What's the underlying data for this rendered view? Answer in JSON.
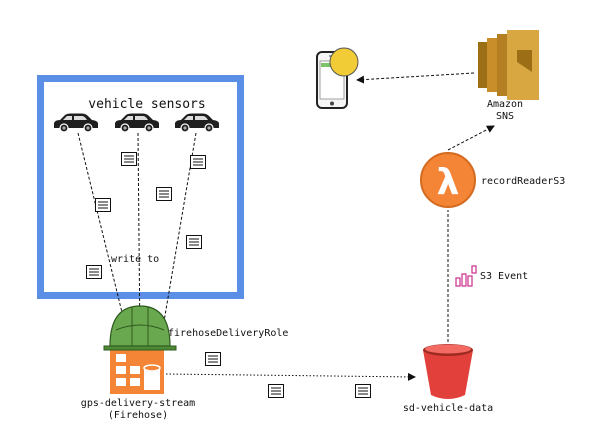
{
  "groups": {
    "sensors_title": "vehicle sensors"
  },
  "labels": {
    "write_to": "write to",
    "firehose_role": "firehoseDeliveryRole",
    "firehose_name": "gps-delivery-stream",
    "firehose_sub": "(Firehose)",
    "bucket_name": "sd-vehicle-data",
    "s3_event": "S3 Event",
    "lambda_name": "recordReaderS3",
    "lambda_symbol": "λ",
    "sns_line1": "Amazon",
    "sns_line2": "SNS"
  },
  "colors": {
    "group_border": "#5b8fe6",
    "lambda_fill": "#f58536",
    "bucket_fill": "#e2403a",
    "sns_fill": "#d9a741",
    "firehose_fill": "#f58536",
    "helmet_fill": "#6aa84f",
    "phone_bubble": "#f2cc36",
    "s3_event_icon": "#cc2d8a"
  },
  "icons": {
    "car": "car-icon",
    "doc": "document-icon",
    "helmet": "helmet-icon",
    "firehose": "firehose-icon",
    "bucket": "s3-bucket-icon",
    "lambda": "lambda-icon",
    "sns": "sns-icon",
    "phone": "mobile-phone-icon",
    "event": "s3-event-icon"
  }
}
